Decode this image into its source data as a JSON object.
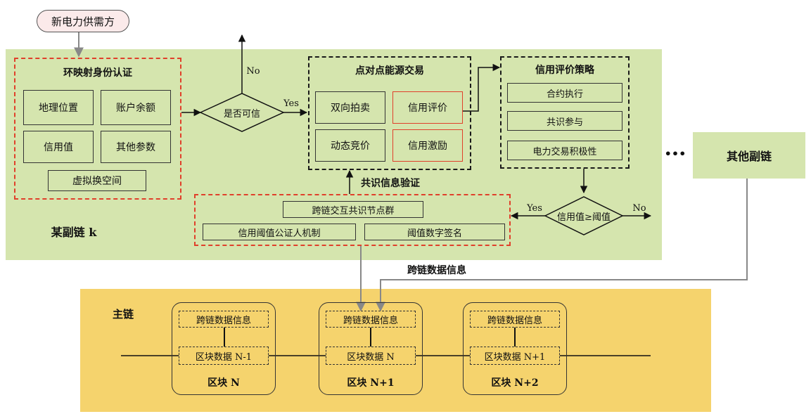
{
  "source": "新电力供需方",
  "side_chain_label": "某副链 k",
  "other_chain": "其他副链",
  "ellipsis": "•••",
  "identity": {
    "title": "环映射身份认证",
    "items": [
      "地理位置",
      "账户余额",
      "信用值",
      "其他参数"
    ],
    "virtual": "虚拟换空间"
  },
  "decision_trust": {
    "label": "是否可信",
    "yes": "Yes",
    "no": "No"
  },
  "p2p": {
    "title": "点对点能源交易",
    "items": [
      "双向拍卖",
      "信用评价",
      "动态竞价",
      "信用激励"
    ]
  },
  "credit_policy": {
    "title": "信用评价策略",
    "items": [
      "合约执行",
      "共识参与",
      "电力交易积极性"
    ]
  },
  "decision_threshold": {
    "label": "信用值≥阈值",
    "yes": "Yes",
    "no": "No"
  },
  "consensus_verify": "共识信息验证",
  "cross_chain": {
    "node_group": "跨链交互共识节点群",
    "mechanism": "信用阈值公证人机制",
    "signature": "阈值数字签名"
  },
  "cross_chain_data_label": "跨链数据信息",
  "main_chain": {
    "label": "主链",
    "blocks": [
      {
        "info": "跨链数据信息",
        "data": "区块数据 N-1",
        "name": "区块 N"
      },
      {
        "info": "跨链数据信息",
        "data": "区块数据 N",
        "name": "区块 N+1"
      },
      {
        "info": "跨链数据信息",
        "data": "区块数据 N+1",
        "name": "区块 N+2"
      }
    ]
  }
}
